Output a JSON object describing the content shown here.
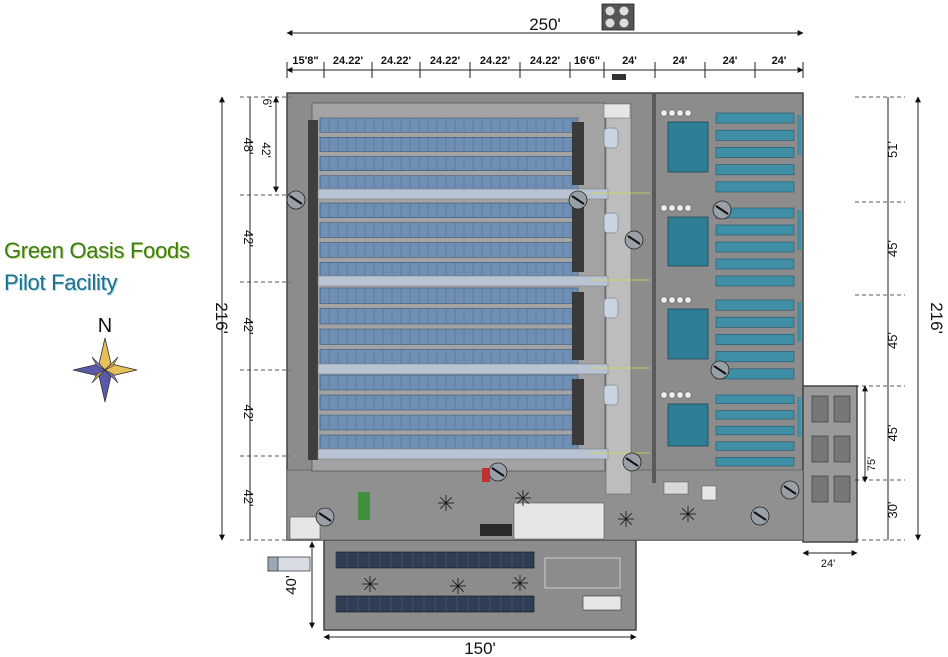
{
  "title": {
    "line1": "Green Oasis Foods",
    "line2": "Pilot Facility"
  },
  "compass": {
    "north_label": "N",
    "icon": "compass-rose-icon"
  },
  "dimensions": {
    "overall_width": "250'",
    "overall_height": "216'",
    "parking_width": "150'",
    "parking_depth": "40'",
    "annex_width": "24'",
    "annex_height": "75'",
    "top_segments": [
      "15'8\"",
      "24.22'",
      "24.22'",
      "24.22'",
      "24.22'",
      "24.22'",
      "16'6\"",
      "24'",
      "24'",
      "24'",
      "24'"
    ],
    "left_segments": [
      "48'",
      "42'",
      "42'",
      "42'",
      "42'"
    ],
    "left_inner_top": "6'",
    "left_inner_second": "42'",
    "right_segments": [
      "51'",
      "45'",
      "45'",
      "45'",
      "30'"
    ]
  },
  "colors": {
    "floor": "#8c8c8c",
    "tank": "#3f8fa6",
    "rack": "#6f8fb5",
    "walkway": "#b8c4d4",
    "wall": "#5a5a5a"
  }
}
